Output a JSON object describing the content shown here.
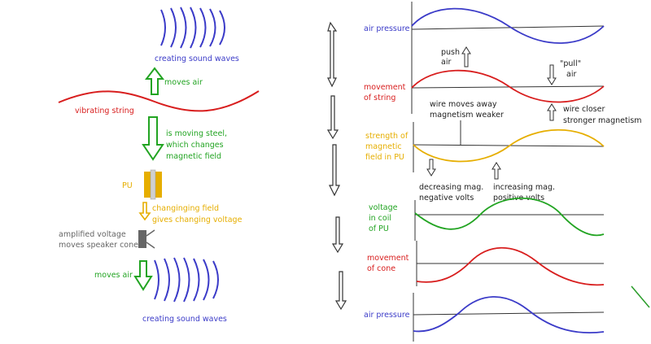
{
  "left": {
    "top_waves_label": "creating sound waves",
    "moves_air_top": "moves air",
    "vibrating_string": "vibrating string",
    "moving_steel": [
      "is moving steel,",
      "which changes",
      "magnetic field"
    ],
    "pu": "PU",
    "changing_field": [
      "changinging field",
      "gives changing voltage"
    ],
    "amplified": [
      "amplified voltage",
      "moves speaker cone"
    ],
    "moves_air_bottom": "moves air",
    "bottom_waves_label": "creating sound waves"
  },
  "right": {
    "labels": {
      "air_pressure_top": "air pressure",
      "movement_string": [
        "movement",
        "of string"
      ],
      "strength_field": [
        "strength of",
        "magnetic",
        "field in PU"
      ],
      "voltage_coil": [
        "voltage",
        "in coil",
        "of PU"
      ],
      "movement_cone": [
        "movement",
        "of cone"
      ],
      "air_pressure_bottom": "air pressure"
    },
    "annotations": {
      "push_air": [
        "push",
        "air"
      ],
      "pull_air": [
        "\"pull\"",
        "air"
      ],
      "wire_away": [
        "wire moves away",
        "magnetism weaker"
      ],
      "wire_closer": [
        "wire closer",
        "stronger magnetism"
      ],
      "decreasing": [
        "decreasing mag.",
        "negative volts"
      ],
      "increasing": [
        "increasing mag.",
        "positive volts"
      ]
    }
  },
  "colors": {
    "blue": "#3b3bc8",
    "green": "#22a422",
    "red": "#d81e1e",
    "yellow": "#e6ae00",
    "gray": "#666666"
  }
}
